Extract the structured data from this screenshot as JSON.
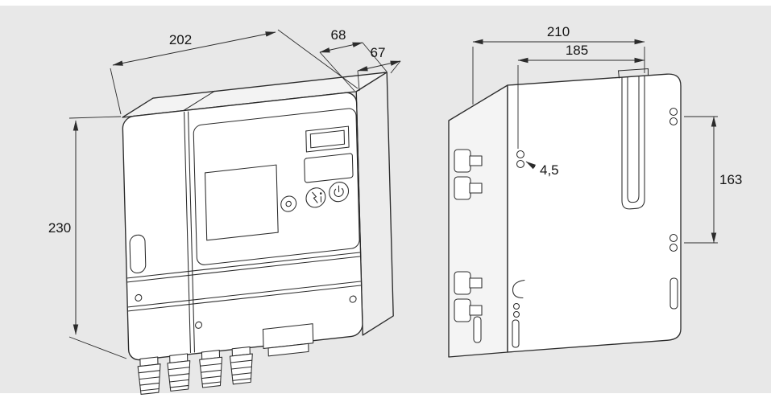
{
  "colors": {
    "background": "#e8e8e8",
    "line": "#2b2b2b",
    "surface": "#ffffff"
  },
  "drawing": {
    "dims": {
      "front_width": "202",
      "front_depth_total": "68",
      "front_depth_body": "67",
      "front_height": "230",
      "back_width_overall": "210",
      "back_width_inner": "185",
      "back_hole_diameter": "4,5",
      "back_hole_spacing": "163"
    }
  }
}
